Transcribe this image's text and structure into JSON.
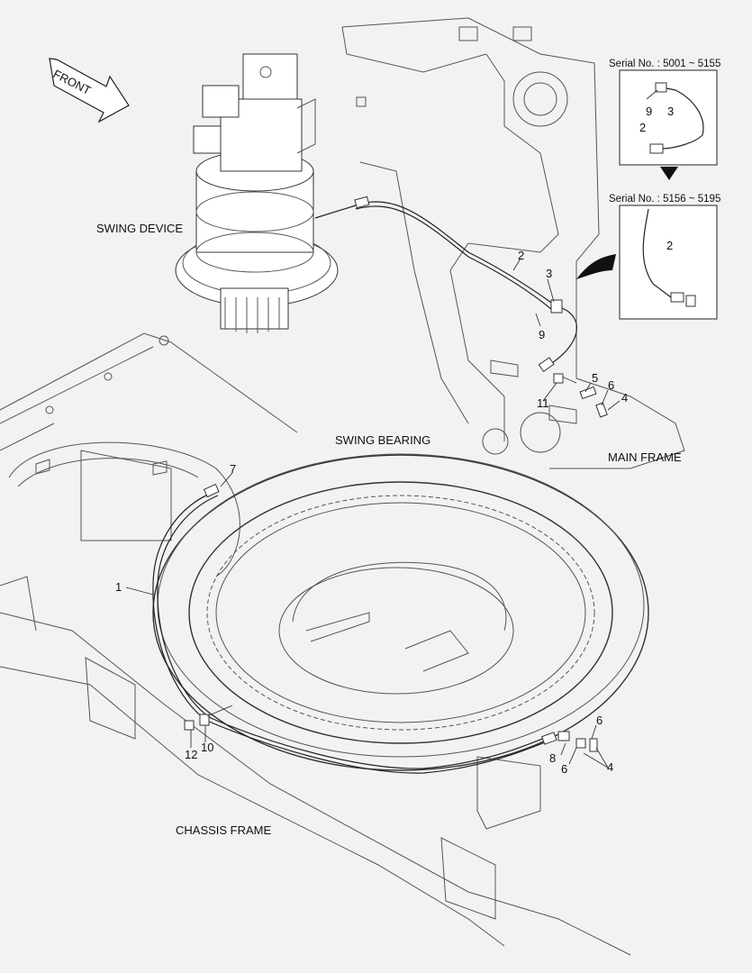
{
  "labels": {
    "front": "FRONT",
    "swing_device": "SWING DEVICE",
    "swing_bearing": "SWING BEARING",
    "main_frame": "MAIN FRAME",
    "chassis_frame": "CHASSIS FRAME"
  },
  "inset_top": {
    "serial": "Serial No. : 5001 ~ 5155",
    "callouts": [
      "9",
      "3",
      "2"
    ]
  },
  "inset_bottom": {
    "serial": "Serial No. : 5156 ~ 5195",
    "callouts": [
      "2"
    ]
  },
  "callouts": {
    "c1": "1",
    "c2": "2",
    "c3": "3",
    "c9": "9",
    "c5": "5",
    "c6a": "6",
    "c4a": "4",
    "c11": "11",
    "c7": "7",
    "c12": "12",
    "c10": "10",
    "c6b": "6",
    "c8": "8",
    "c6c": "6",
    "c4b": "4"
  }
}
